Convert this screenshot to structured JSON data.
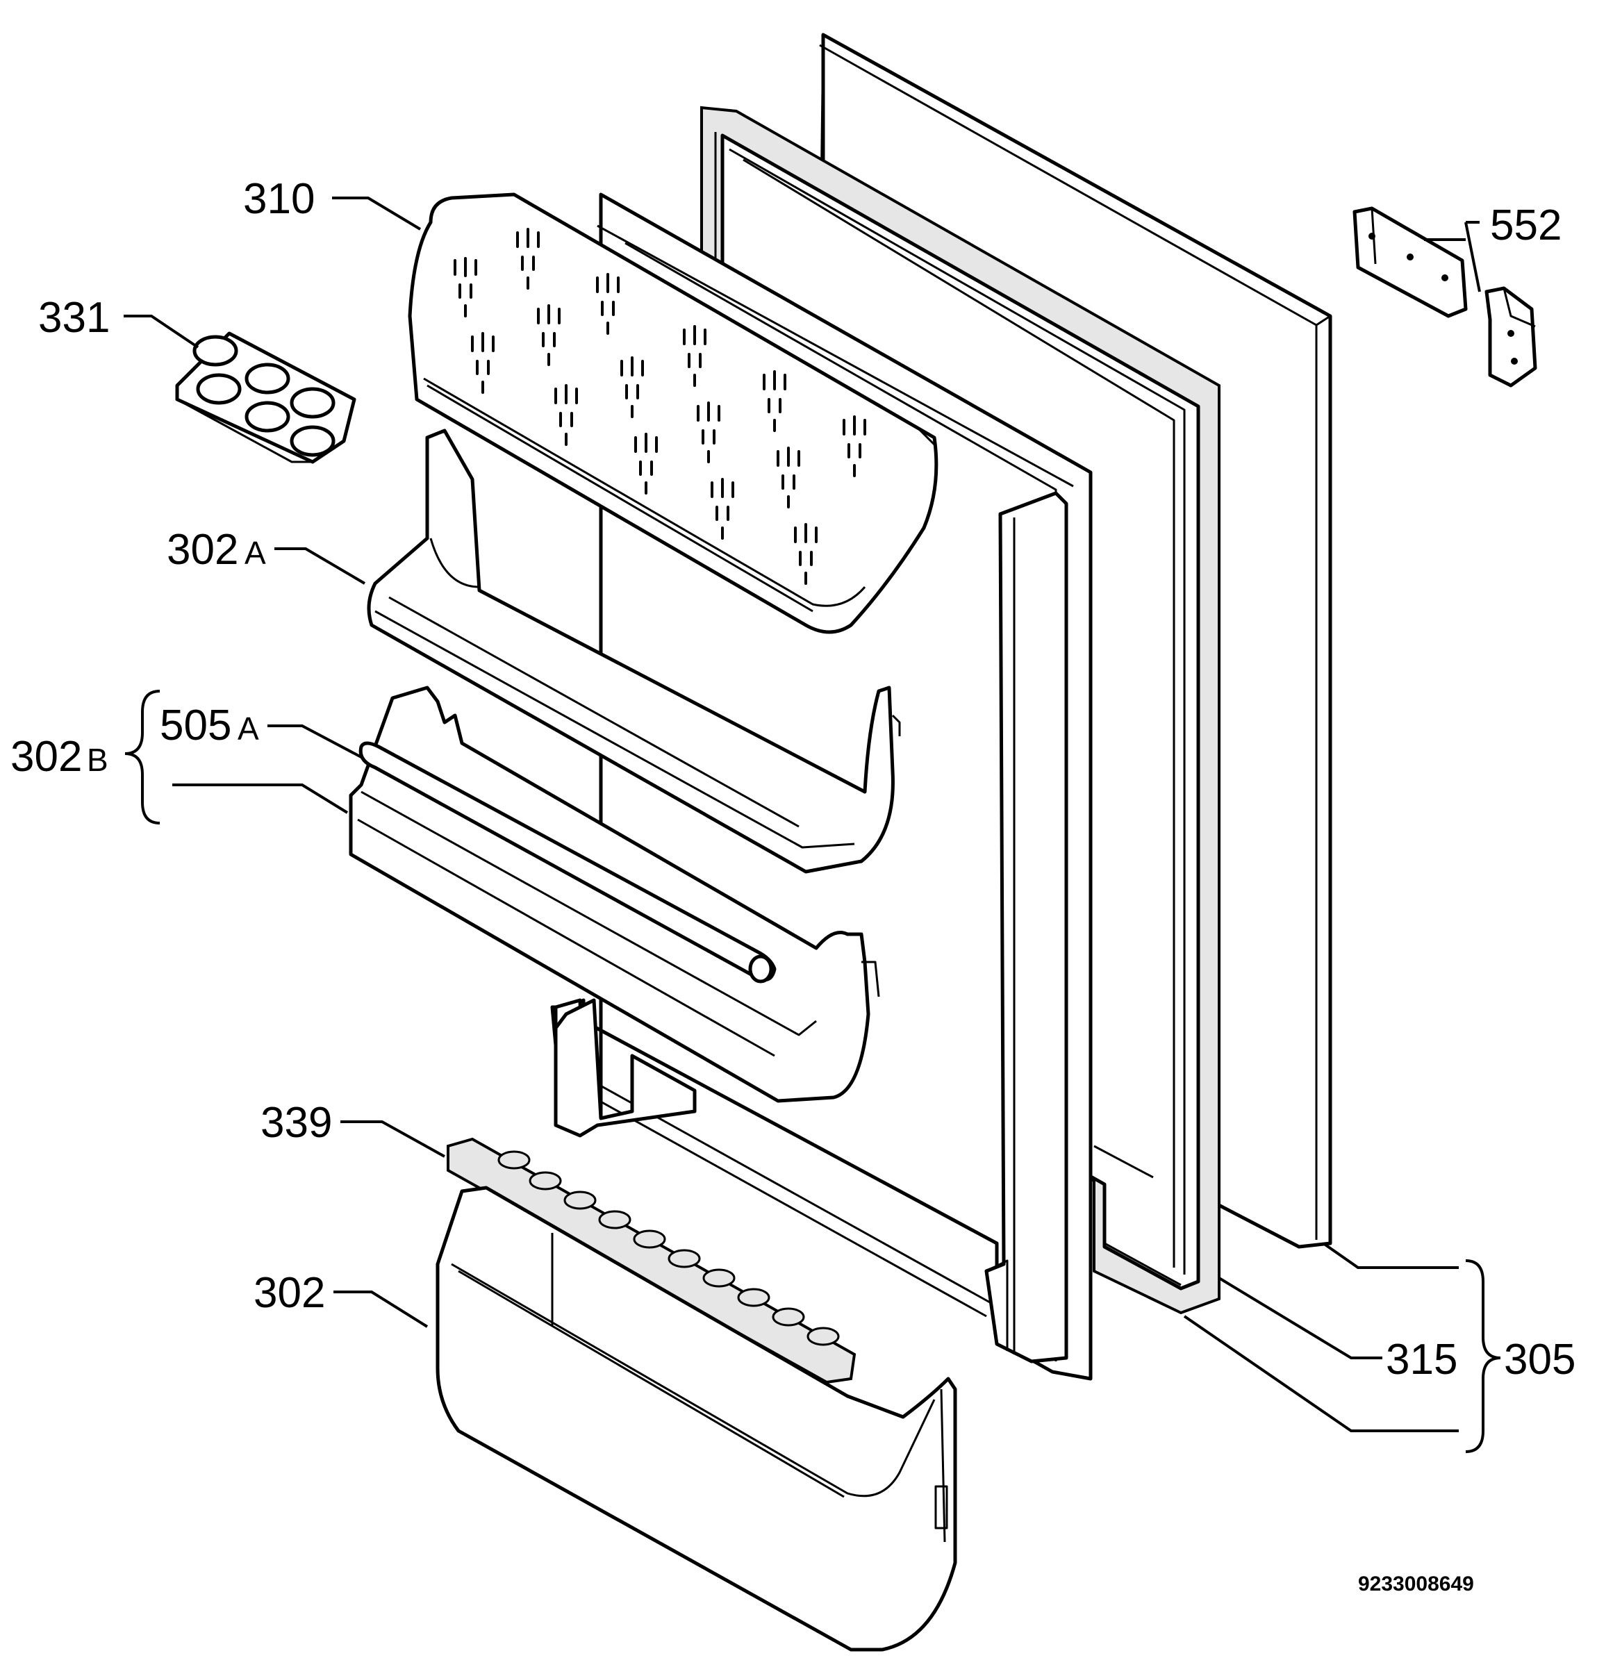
{
  "labels": {
    "l310": "310",
    "l331": "331",
    "l552": "552",
    "l302A": "302",
    "l302A_suffix": "A",
    "l505A": "505",
    "l505A_suffix": "A",
    "l302B": "302",
    "l302B_suffix": "B",
    "l339": "339",
    "l302": "302",
    "l315": "315",
    "l305": "305"
  },
  "drawing_code": "9233008649"
}
